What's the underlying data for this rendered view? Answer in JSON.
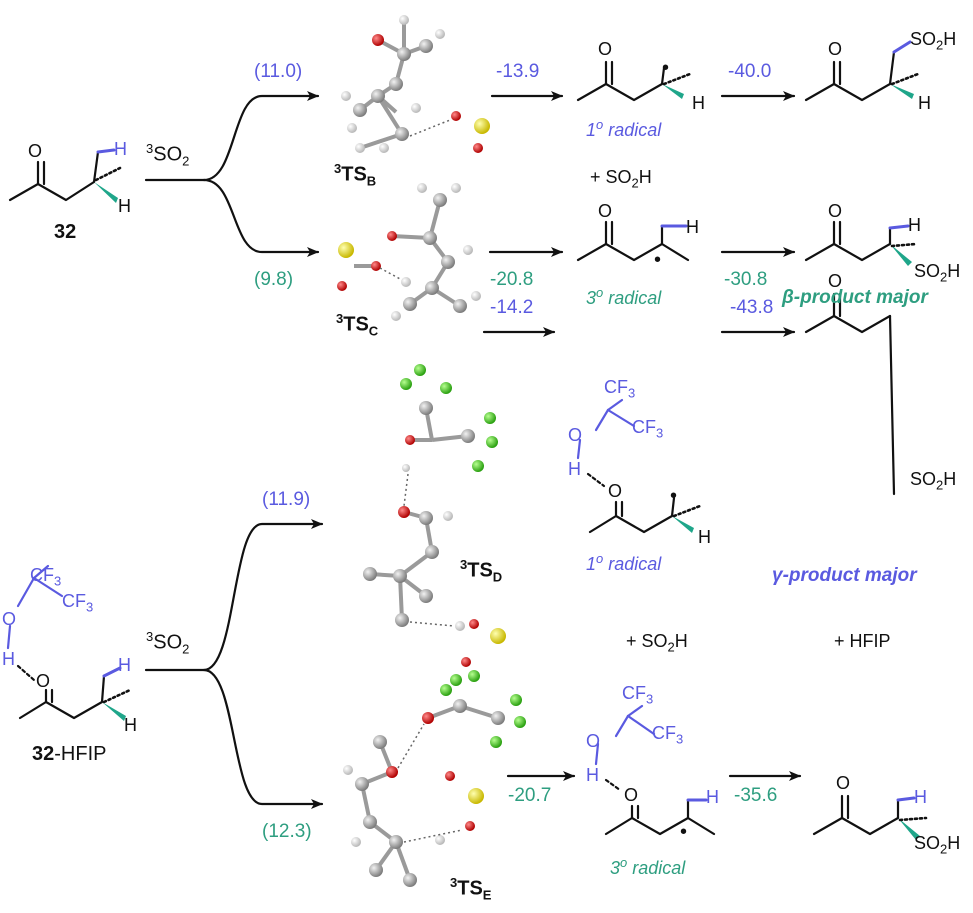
{
  "colors": {
    "blue": "#5a5ae0",
    "green": "#2e9e80",
    "teal_bond": "#1fa68a",
    "black": "#111111",
    "carbon": "#9a9a9a",
    "hydrogen": "#e6e6e6",
    "oxygen": "#d62020",
    "sulfur": "#e8e040",
    "fluorine": "#40d020"
  },
  "top": {
    "reactant_label": "32",
    "reagent": {
      "pre": "3",
      "main": "SO",
      "sub": "2"
    },
    "reactant_atoms": {
      "h_top": "H",
      "h_bottom": "H",
      "o": "O"
    },
    "path_b": {
      "barrier": "(11.0)",
      "ts": {
        "main": "3",
        "name": "TS",
        "sub": "B"
      },
      "step1": "-13.9",
      "intermediate": {
        "label": "radical",
        "order": "1",
        "sup": "o"
      },
      "step2": "-40.0",
      "product_group": "SO2H",
      "byproduct": "+ SO2H"
    },
    "path_c": {
      "barrier": "(9.8)",
      "ts": {
        "main": "3",
        "name": "TS",
        "sub": "C"
      },
      "step1": "-20.8",
      "intermediate": {
        "label": "radical",
        "order": "3",
        "sup": "o"
      },
      "step2": "-30.8",
      "product_label": "β-product major"
    }
  },
  "bottom": {
    "reactant_label_bold": "32",
    "reactant_label_rest": "-HFIP",
    "reagent": {
      "pre": "3",
      "main": "SO",
      "sub": "2"
    },
    "hfip": {
      "cf3": "CF3",
      "o": "O",
      "h": "H"
    },
    "path_d": {
      "barrier": "(11.9)",
      "ts": {
        "main": "3",
        "name": "TS",
        "sub": "D"
      },
      "step1": "-14.2",
      "intermediate": {
        "label": "radical",
        "order": "1",
        "sup": "o"
      },
      "step2": "-43.8",
      "product_label": "γ-product major",
      "byproduct": "+ SO2H",
      "byproduct2": "+ HFIP"
    },
    "path_e": {
      "barrier": "(12.3)",
      "ts": {
        "main": "3",
        "name": "TS",
        "sub": "E"
      },
      "step1": "-20.7",
      "intermediate": {
        "label": "radical",
        "order": "3",
        "sup": "o"
      },
      "step2": "-35.6"
    }
  }
}
